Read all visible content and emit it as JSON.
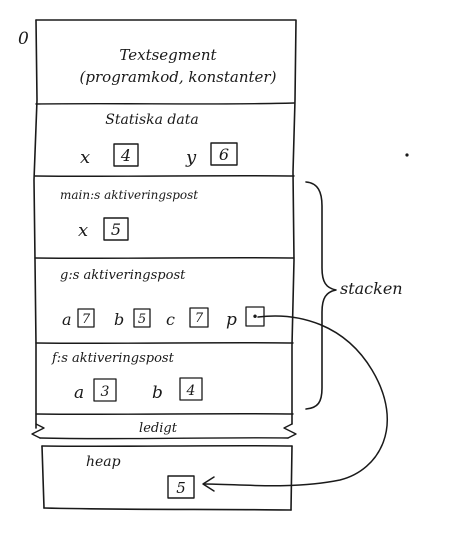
{
  "origin_label": "0",
  "segments": {
    "text": {
      "title": "Textsegment",
      "subtitle": "(programkod, konstanter)"
    },
    "static": {
      "title": "Statiska data",
      "vars": [
        {
          "name": "x",
          "value": "4"
        },
        {
          "name": "y",
          "value": "6"
        }
      ]
    },
    "main_frame": {
      "title": "main:s aktiveringspost",
      "vars": [
        {
          "name": "x",
          "value": "5"
        }
      ]
    },
    "g_frame": {
      "title": "g:s aktiveringspost",
      "vars": [
        {
          "name": "a",
          "value": "7"
        },
        {
          "name": "b",
          "value": "5"
        },
        {
          "name": "c",
          "value": "7"
        },
        {
          "name": "p",
          "value": "•"
        }
      ]
    },
    "f_frame": {
      "title": "f:s aktiveringspost",
      "vars": [
        {
          "name": "a",
          "value": "3"
        },
        {
          "name": "b",
          "value": "4"
        }
      ]
    },
    "free": {
      "title": "ledigt"
    },
    "heap": {
      "title": "heap",
      "value": "5"
    }
  },
  "stack_label": "stacken",
  "colors": {
    "ink": "#1a1a1a",
    "background": "#ffffff"
  }
}
